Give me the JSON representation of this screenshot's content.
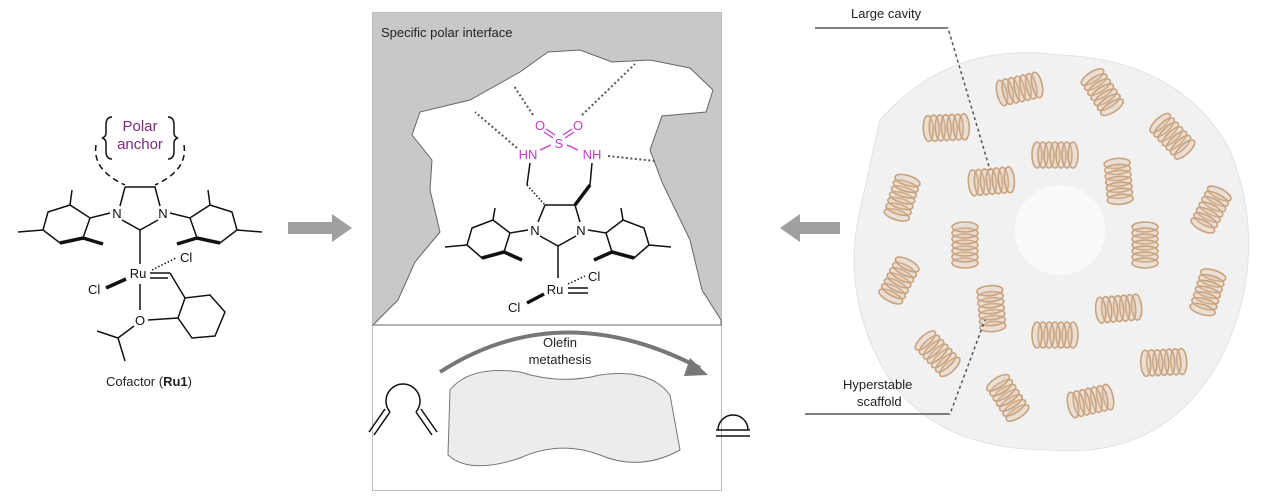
{
  "left": {
    "anchor_line1": "Polar",
    "anchor_line2": "anchor",
    "caption_prefix": "Cofactor (",
    "caption_bold": "Ru1",
    "caption_suffix": ")",
    "atoms": {
      "n": "N",
      "ru": "Ru",
      "cl": "Cl",
      "o": "O"
    }
  },
  "center": {
    "title": "Specific polar interface",
    "atoms": {
      "hn": "HN",
      "nh": "NH",
      "s": "S",
      "o": "O",
      "n": "N",
      "ru": "Ru",
      "cl": "Cl"
    },
    "reaction_line1": "Olefin",
    "reaction_line2": "metathesis"
  },
  "right": {
    "label_top": "Large cavity",
    "label_bottom_line1": "Hyperstable",
    "label_bottom_line2": "scaffold"
  },
  "colors": {
    "polar": "#c83cc8",
    "anchor_text": "#7a2a7a",
    "arrow": "#a0a0a0",
    "helix": "#c9a27e",
    "panel": "#c8c8c8"
  }
}
